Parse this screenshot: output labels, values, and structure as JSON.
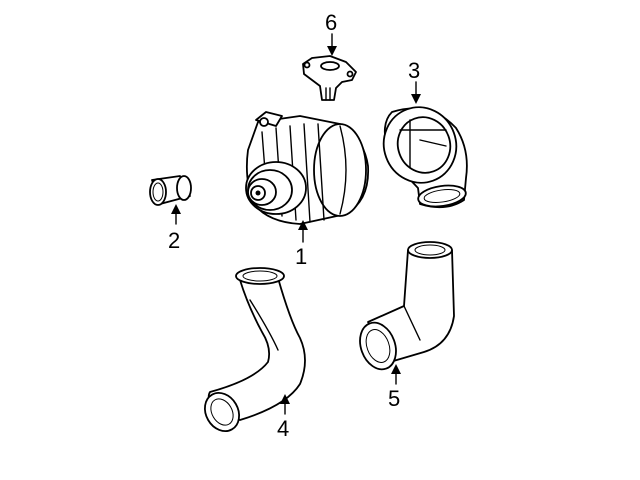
{
  "callouts": {
    "c1": "1",
    "c2": "2",
    "c3": "3",
    "c4": "4",
    "c5": "5",
    "c6": "6"
  },
  "parts": {
    "p1": "alternator-icon",
    "p2": "bushing-icon",
    "p3": "air-duct-elbow-icon",
    "p4": "air-hose-icon",
    "p5": "elbow-hose-icon",
    "p6": "voltage-regulator-icon"
  },
  "colors": {
    "line": "#000000",
    "background": "#ffffff"
  }
}
